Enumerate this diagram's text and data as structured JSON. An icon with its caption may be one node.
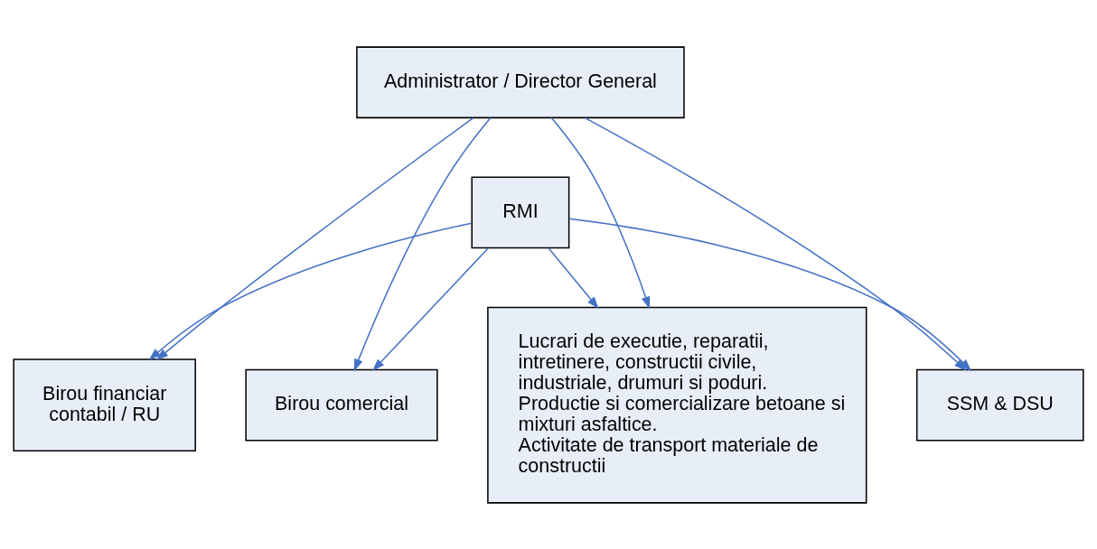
{
  "diagram": {
    "nodes": [
      {
        "text": [
          "Administrator / Director General"
        ]
      },
      {
        "text": [
          "RMI"
        ]
      },
      {
        "text": [
          "Birou financiar contabil / RU"
        ]
      },
      {
        "text": [
          "Birou comercial"
        ]
      },
      {
        "text": [
          "Lucrari de executie, reparatii, intretinere, constructii civile, industriale, drumuri si poduri.",
          "Productie si comercializare betoane si mixturi asfaltice.",
          "Activitate de transport materiale de constructii"
        ]
      },
      {
        "text": [
          "SSM & DSU"
        ]
      }
    ],
    "edges": [
      {
        "from": 0,
        "to": 2,
        "arrow": "to"
      },
      {
        "from": 0,
        "to": 3,
        "arrow": "to"
      },
      {
        "from": 0,
        "to": 4,
        "arrow": "to"
      },
      {
        "from": 0,
        "to": 5,
        "arrow": "to"
      },
      {
        "from": 1,
        "to": 2,
        "arrow": "to"
      },
      {
        "from": 1,
        "to": 3,
        "arrow": "to"
      },
      {
        "from": 1,
        "to": 4,
        "arrow": "to"
      },
      {
        "from": 1,
        "to": 5,
        "arrow": "to"
      }
    ]
  }
}
